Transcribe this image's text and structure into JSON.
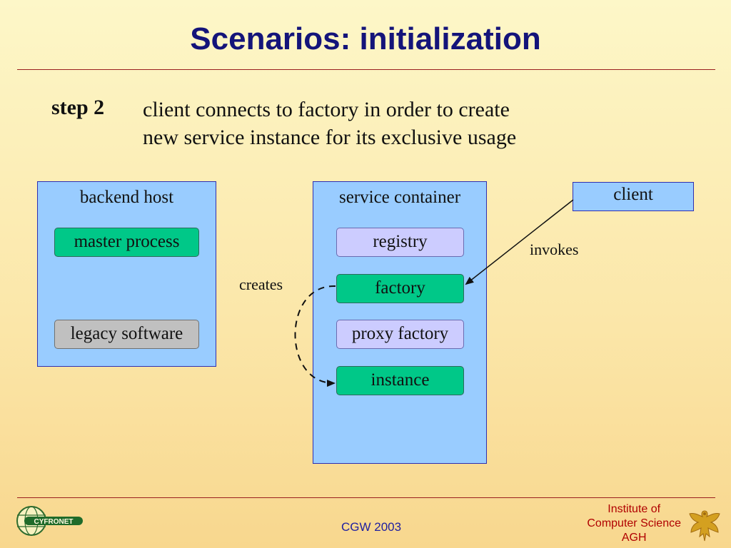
{
  "title": "Scenarios: initialization",
  "step": {
    "label": "step 2",
    "lines": [
      "client connects to factory in order to create",
      "new service instance for its exclusive usage"
    ]
  },
  "diagram": {
    "backend_host": {
      "title": "backend host",
      "items": [
        "master process",
        "legacy software"
      ]
    },
    "service_container": {
      "title": "service container",
      "items": [
        "registry",
        "factory",
        "proxy factory",
        "instance"
      ]
    },
    "client": "client",
    "edges": [
      {
        "from": "client",
        "to": "factory",
        "label": "invokes",
        "style": "solid"
      },
      {
        "from": "factory",
        "to": "instance",
        "label": "creates",
        "style": "dashed"
      }
    ]
  },
  "footer": {
    "logo_left": "CYFRONET",
    "center": "CGW 2003",
    "institute": [
      "Institute of",
      "Computer Science",
      "AGH"
    ]
  },
  "colors": {
    "title": "#14147a",
    "panel": "#99ccff",
    "green_box": "#00c888",
    "lavender_box": "#ccccff",
    "gray_box": "#c0c0c0",
    "rule": "#9a1f1f",
    "institute": "#b00000"
  }
}
